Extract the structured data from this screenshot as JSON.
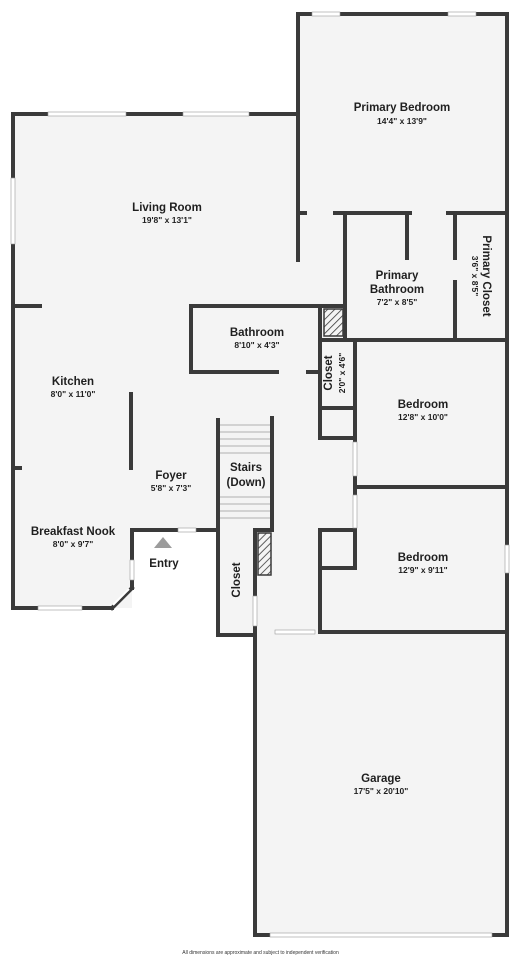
{
  "colors": {
    "wall": "#3a3a3a",
    "floor": "#f4f4f4",
    "window": "#ffffff",
    "marker": "#9c9c9c"
  },
  "rooms": {
    "primary_bedroom": {
      "name": "Primary Bedroom",
      "dims": "14'4\" x 13'9\""
    },
    "living_room": {
      "name": "Living Room",
      "dims": "19'8\" x 13'1\""
    },
    "primary_bathroom": {
      "name_line1": "Primary",
      "name_line2": "Bathroom",
      "dims": "7'2\" x 8'5\""
    },
    "primary_closet": {
      "name": "Primary Closet",
      "dims": "3'6\" x 8'5\""
    },
    "bathroom": {
      "name": "Bathroom",
      "dims": "8'10\" x 4'3\""
    },
    "closet_small": {
      "name": "Closet",
      "dims": "2'0\" x 4'6\""
    },
    "kitchen": {
      "name": "Kitchen",
      "dims": "8'0\" x 11'0\""
    },
    "bedroom_upper": {
      "name": "Bedroom",
      "dims": "12'8\" x 10'0\""
    },
    "stairs": {
      "name_line1": "Stairs",
      "name_line2": "(Down)"
    },
    "foyer": {
      "name": "Foyer",
      "dims": "5'8\" x 7'3\""
    },
    "breakfast_nook": {
      "name": "Breakfast Nook",
      "dims": "8'0\" x 9'7\""
    },
    "entry": {
      "name": "Entry"
    },
    "bedroom_lower": {
      "name": "Bedroom",
      "dims": "12'9\" x 9'11\""
    },
    "closet_entry": {
      "name": "Closet"
    },
    "garage": {
      "name": "Garage",
      "dims": "17'5\" x 20'10\""
    }
  },
  "footer": {
    "disclaimer": "All dimensions are approximate and subject to independent verification"
  }
}
